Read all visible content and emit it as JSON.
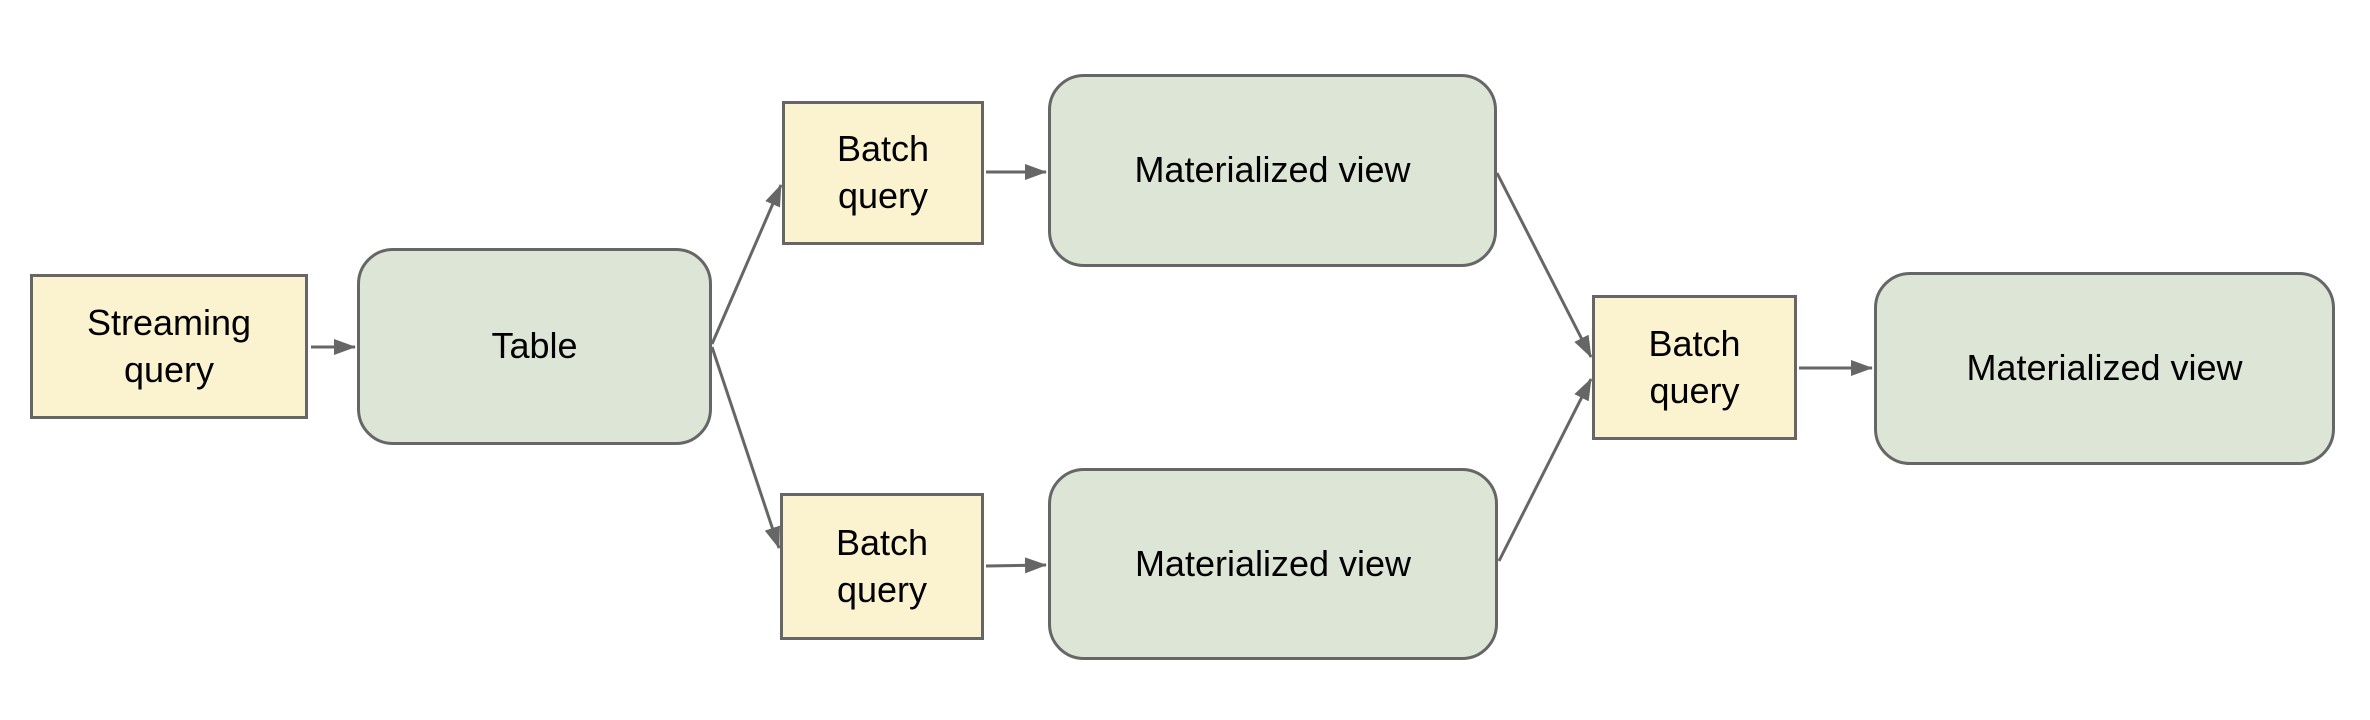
{
  "diagram": {
    "nodes": [
      {
        "id": "streaming-query",
        "label": "Streaming query",
        "shape": "rectangle",
        "fill": "yellow"
      },
      {
        "id": "table",
        "label": "Table",
        "shape": "rounded",
        "fill": "green"
      },
      {
        "id": "batch-query-top",
        "label": "Batch query",
        "shape": "rectangle",
        "fill": "yellow"
      },
      {
        "id": "materialized-view-top",
        "label": "Materialized view",
        "shape": "rounded",
        "fill": "green"
      },
      {
        "id": "batch-query-bottom",
        "label": "Batch query",
        "shape": "rectangle",
        "fill": "yellow"
      },
      {
        "id": "materialized-view-bottom",
        "label": "Materialized view",
        "shape": "rounded",
        "fill": "green"
      },
      {
        "id": "batch-query-right",
        "label": "Batch query",
        "shape": "rectangle",
        "fill": "yellow"
      },
      {
        "id": "materialized-view-right",
        "label": "Materialized view",
        "shape": "rounded",
        "fill": "green"
      }
    ],
    "edges": [
      {
        "from": "streaming-query",
        "to": "table"
      },
      {
        "from": "table",
        "to": "batch-query-top"
      },
      {
        "from": "table",
        "to": "batch-query-bottom"
      },
      {
        "from": "batch-query-top",
        "to": "materialized-view-top"
      },
      {
        "from": "batch-query-bottom",
        "to": "materialized-view-bottom"
      },
      {
        "from": "materialized-view-top",
        "to": "batch-query-right"
      },
      {
        "from": "materialized-view-bottom",
        "to": "batch-query-right"
      },
      {
        "from": "batch-query-right",
        "to": "materialized-view-right"
      }
    ]
  },
  "colors": {
    "node_yellow_fill": "#fbf3cf",
    "node_green_fill": "#dde5d6",
    "node_border": "#666666",
    "arrow": "#666666",
    "text": "#000000",
    "background": "#ffffff"
  }
}
